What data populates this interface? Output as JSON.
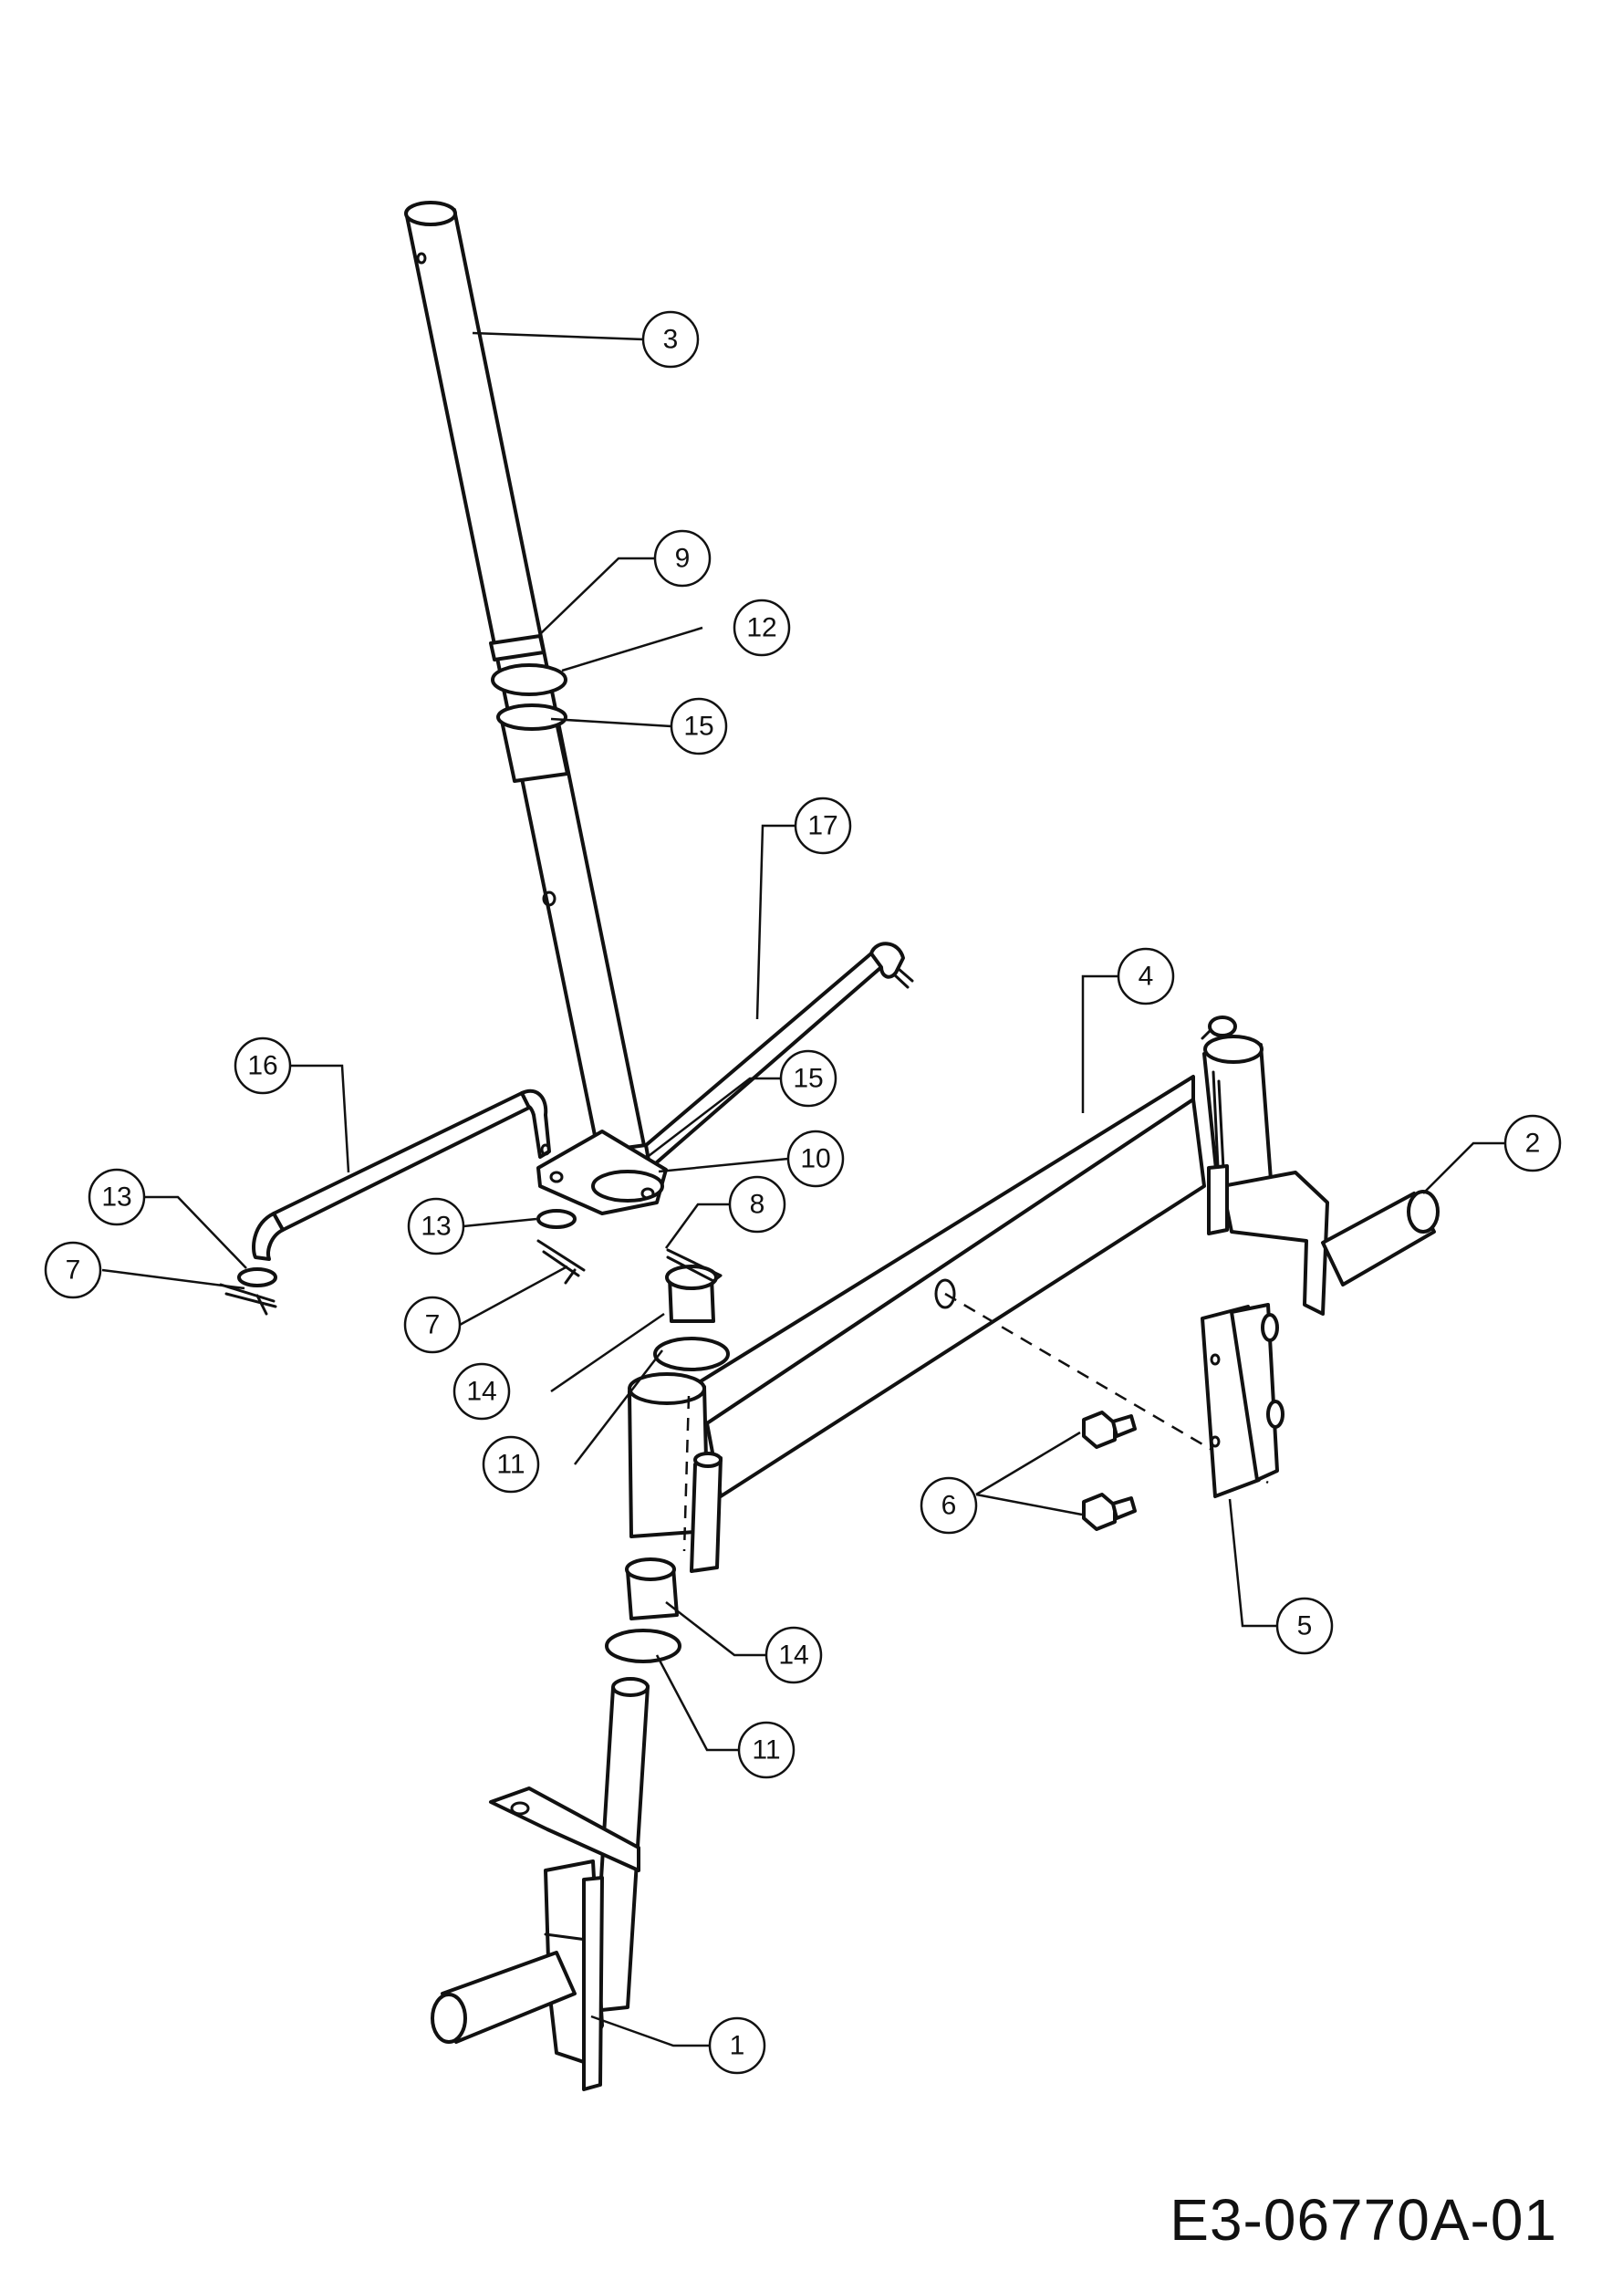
{
  "drawing_id": "E3-06770A-01",
  "callouts": [
    {
      "id": "c3",
      "label": "3"
    },
    {
      "id": "c9",
      "label": "9"
    },
    {
      "id": "c12",
      "label": "12"
    },
    {
      "id": "c15a",
      "label": "15"
    },
    {
      "id": "c17",
      "label": "17"
    },
    {
      "id": "c4",
      "label": "4"
    },
    {
      "id": "c16",
      "label": "16"
    },
    {
      "id": "c15b",
      "label": "15"
    },
    {
      "id": "c10",
      "label": "10"
    },
    {
      "id": "c2",
      "label": "2"
    },
    {
      "id": "c13a",
      "label": "13"
    },
    {
      "id": "c13b",
      "label": "13"
    },
    {
      "id": "c8",
      "label": "8"
    },
    {
      "id": "c7a",
      "label": "7"
    },
    {
      "id": "c7b",
      "label": "7"
    },
    {
      "id": "c14a",
      "label": "14"
    },
    {
      "id": "c11a",
      "label": "11"
    },
    {
      "id": "c6",
      "label": "6"
    },
    {
      "id": "c5",
      "label": "5"
    },
    {
      "id": "c14b",
      "label": "14"
    },
    {
      "id": "c11b",
      "label": "11"
    },
    {
      "id": "c1",
      "label": "1"
    }
  ]
}
